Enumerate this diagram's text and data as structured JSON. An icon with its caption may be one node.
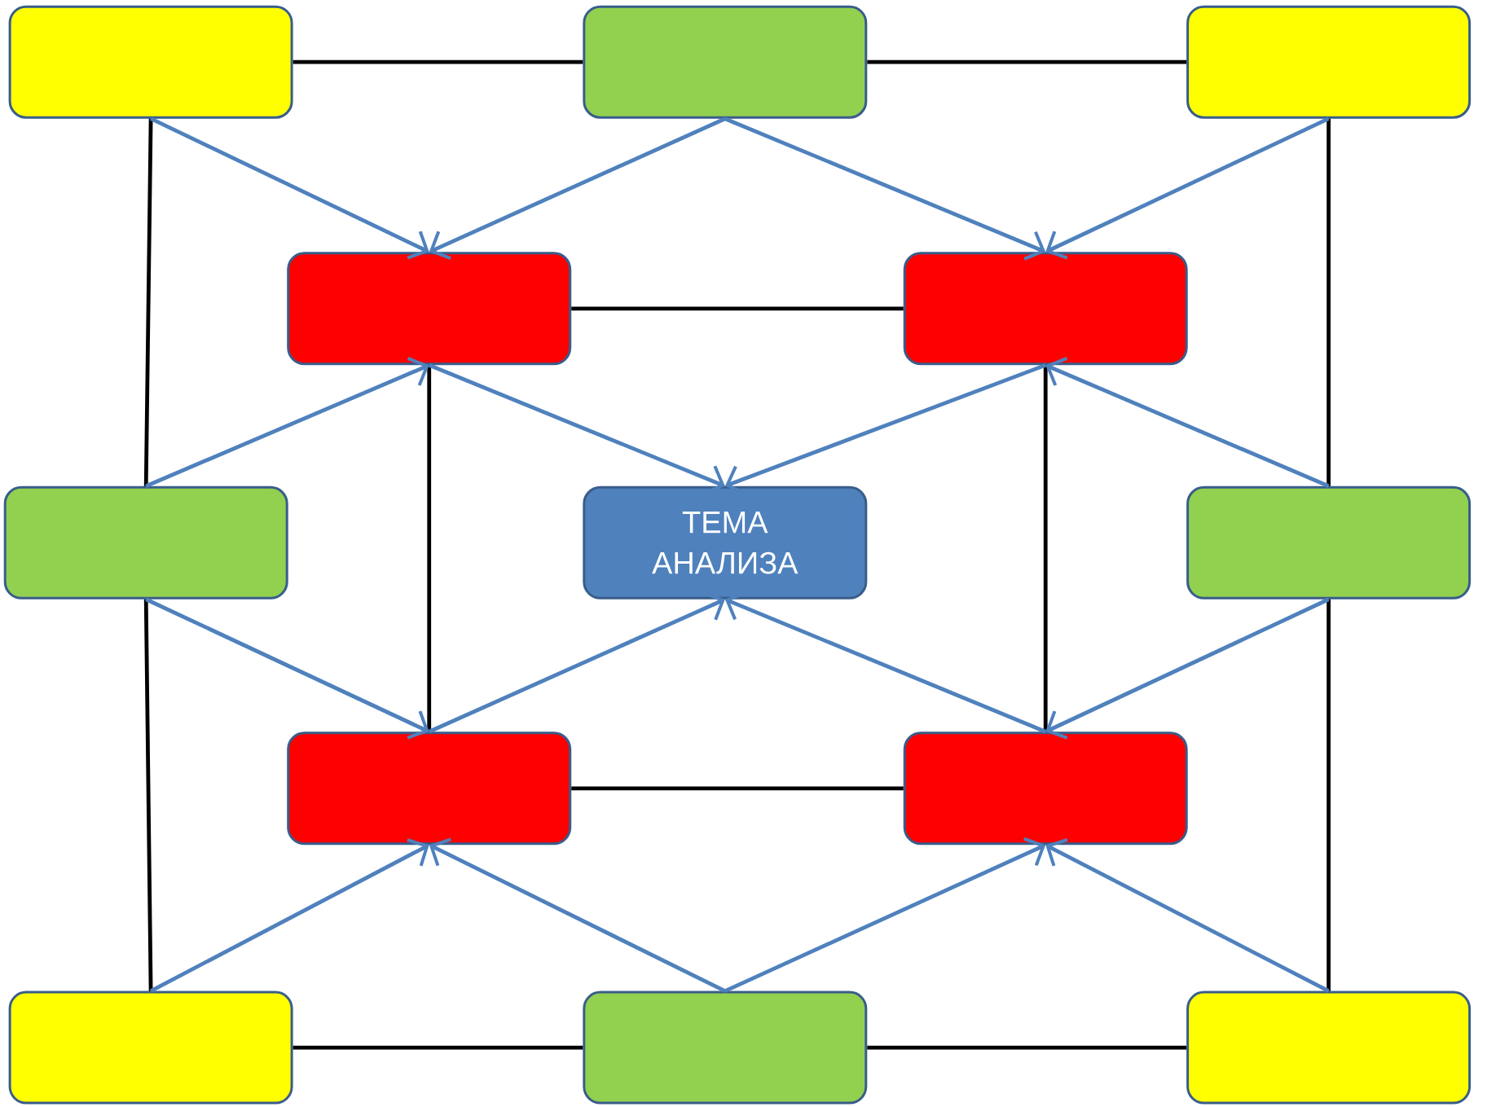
{
  "diagram": {
    "nodes": [
      {
        "text": [],
        "shape": "box"
      },
      {
        "text": [],
        "shape": "box"
      },
      {
        "text": [],
        "shape": "box"
      },
      {
        "text": [],
        "shape": "box"
      },
      {
        "text": [],
        "shape": "box"
      },
      {
        "text": [],
        "shape": "box"
      },
      {
        "text": [
          "ТЕМА АНАЛИЗА"
        ]
      },
      {
        "text": [],
        "shape": "box"
      },
      {
        "text": [],
        "shape": "box"
      },
      {
        "text": [],
        "shape": "box"
      },
      {
        "text": [],
        "shape": "box"
      },
      {
        "text": [],
        "shape": "box"
      },
      {
        "text": [],
        "shape": "box"
      }
    ],
    "edges": [
      {
        "from": 0,
        "to": 1,
        "arrow": "none",
        "color": "#000000"
      },
      {
        "from": 1,
        "to": 2,
        "arrow": "none",
        "color": "#000000"
      },
      {
        "from": 0,
        "to": 5,
        "arrow": "none",
        "color": "#000000"
      },
      {
        "from": 2,
        "to": 7,
        "arrow": "none",
        "color": "#000000"
      },
      {
        "from": 3,
        "to": 4,
        "arrow": "none",
        "color": "#000000"
      },
      {
        "from": 3,
        "to": 8,
        "arrow": "none",
        "color": "#000000"
      },
      {
        "from": 4,
        "to": 9,
        "arrow": "none",
        "color": "#000000"
      },
      {
        "from": 5,
        "to": 10,
        "arrow": "none",
        "color": "#000000"
      },
      {
        "from": 7,
        "to": 12,
        "arrow": "none",
        "color": "#000000"
      },
      {
        "from": 8,
        "to": 9,
        "arrow": "none",
        "color": "#000000"
      },
      {
        "from": 10,
        "to": 11,
        "arrow": "none",
        "color": "#000000"
      },
      {
        "from": 11,
        "to": 12,
        "arrow": "none",
        "color": "#000000"
      },
      {
        "from": 0,
        "to": 3,
        "arrow": "to"
      },
      {
        "from": 1,
        "to": 3,
        "arrow": "to"
      },
      {
        "from": 1,
        "to": 4,
        "arrow": "to"
      },
      {
        "from": 2,
        "to": 4,
        "arrow": "to"
      },
      {
        "from": 5,
        "to": 3,
        "arrow": "to"
      },
      {
        "from": 7,
        "to": 4,
        "arrow": "to"
      },
      {
        "from": 3,
        "to": 6,
        "arrow": "to"
      },
      {
        "from": 4,
        "to": 6,
        "arrow": "to"
      },
      {
        "from": 5,
        "to": 8,
        "arrow": "to"
      },
      {
        "from": 7,
        "to": 9,
        "arrow": "to"
      },
      {
        "from": 8,
        "to": 6,
        "arrow": "to"
      },
      {
        "from": 9,
        "to": 6,
        "arrow": "to"
      },
      {
        "from": 10,
        "to": 8,
        "arrow": "to"
      },
      {
        "from": 11,
        "to": 8,
        "arrow": "to"
      },
      {
        "from": 11,
        "to": 9,
        "arrow": "to"
      },
      {
        "from": 12,
        "to": 9,
        "arrow": "to"
      }
    ]
  }
}
